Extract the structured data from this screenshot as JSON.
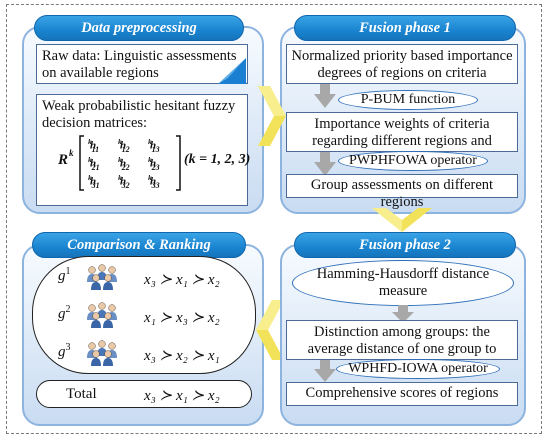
{
  "panels": {
    "preprocessing": {
      "title": "Data preprocessing",
      "raw_data": "Raw data: Linguistic assessments on available regions",
      "matrices_label": "Weak probabilistic hesitant fuzzy decision matrices:",
      "matrix_name": "R",
      "matrix_sup": "k",
      "matrix_elements": [
        [
          "h11",
          "h12",
          "h13"
        ],
        [
          "h21",
          "h22",
          "h23"
        ],
        [
          "h31",
          "h32",
          "h33"
        ]
      ],
      "matrix_index": "(k = 1, 2, 3)"
    },
    "fusion1": {
      "title": "Fusion phase 1",
      "step1": "Normalized priority based importance degrees of regions on criteria",
      "op1": "P-BUM function",
      "step2": "Importance weights of criteria regarding different regions and groups",
      "op2": "PWPHFOWA operator",
      "step3": "Group assessments on different regions"
    },
    "fusion2": {
      "title": "Fusion phase 2",
      "measure": "Hamming-Hausdorff distance measure",
      "step1": "Distinction among groups: the average distance of one group to others",
      "op": "WPHFD-IOWA operator",
      "step2": "Comprehensive scores of regions"
    },
    "ranking": {
      "title": "Comparison & Ranking",
      "groups": [
        {
          "label": "g",
          "sup": "1",
          "ranking": "x₃ ≻ x₁ ≻ x₂"
        },
        {
          "label": "g",
          "sup": "2",
          "ranking": "x₁ ≻ x₃ ≻ x₂"
        },
        {
          "label": "g",
          "sup": "3",
          "ranking": "x₃ ≻ x₂ ≻ x₁"
        }
      ],
      "total_label": "Total",
      "total_ranking": "x₃ ≻ x₁ ≻ x₂"
    }
  },
  "colors": {
    "pill": "#1a84d0",
    "panel_border": "#8db3df",
    "chevron": "#f2e25a",
    "down_arrow": "#a8a8a8",
    "oval_border": "#2f6fb8"
  },
  "icons": [
    "people-group-icon",
    "chevron-arrow-icon",
    "down-arrow-icon",
    "blue-triangle-icon"
  ]
}
